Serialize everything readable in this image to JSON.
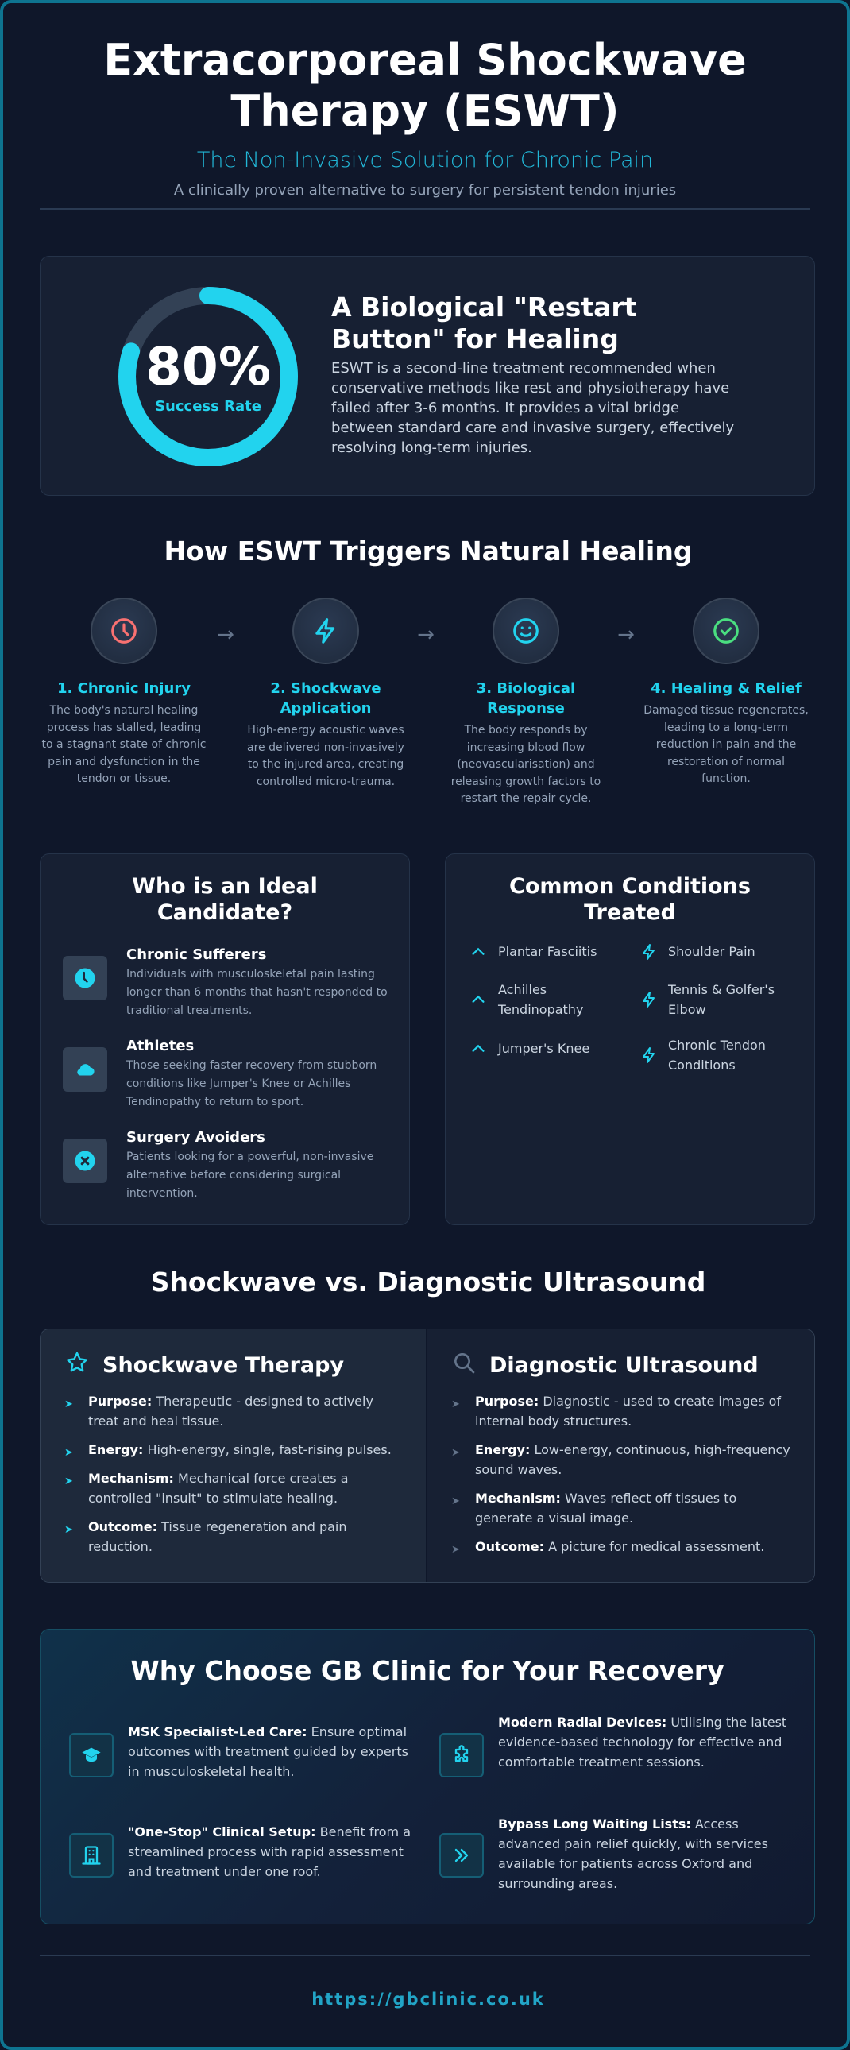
{
  "header": {
    "title_line1": "Extracorporeal Shockwave",
    "title_line2": "Therapy (ESWT)",
    "subtitle": "The Non-Invasive Solution for Chronic Pain",
    "tagline": "A clinically proven alternative to surgery for persistent tendon injuries"
  },
  "hero": {
    "ring_value": "80%",
    "ring_label": "Success Rate",
    "ring_percent": 80,
    "title": "A Biological \"Restart Button\" for Healing",
    "body": "ESWT is a second-line treatment recommended when conservative methods like rest and physiotherapy have failed after 3-6 months. It provides a vital bridge between standard care and invasive surgery, effectively resolving long-term injuries."
  },
  "process": {
    "title": "How ESWT Triggers Natural Healing",
    "steps": [
      {
        "icon": "clock-icon",
        "color": "#f87171",
        "title": "1. Chronic Injury",
        "desc": "The body's natural healing process has stalled, leading to a stagnant state of chronic pain and dysfunction in the tendon or tissue."
      },
      {
        "icon": "lightning-icon",
        "color": "#22d3ee",
        "title": "2. Shockwave Application",
        "desc": "High-energy acoustic waves are delivered non-invasively to the injured area, creating controlled micro-trauma."
      },
      {
        "icon": "smile-icon",
        "color": "#22d3ee",
        "title": "3. Biological Response",
        "desc": "The body responds by increasing blood flow (neovascularisation) and releasing growth factors to restart the repair cycle."
      },
      {
        "icon": "check-circle-icon",
        "color": "#4ade80",
        "title": "4. Healing & Relief",
        "desc": "Damaged tissue regenerates, leading to a long-term reduction in pain and the restoration of normal function."
      }
    ],
    "arrow": "→"
  },
  "candidates": {
    "title": "Who is an Ideal Candidate?",
    "items": [
      {
        "icon": "clock-icon",
        "name": "Chronic Sufferers",
        "desc": "Individuals with musculoskeletal pain lasting longer than 6 months that hasn't responded to traditional treatments."
      },
      {
        "icon": "cloud-icon",
        "name": "Athletes",
        "desc": "Those seeking faster recovery from stubborn conditions like Jumper's Knee or Achilles Tendinopathy to return to sport."
      },
      {
        "icon": "x-circle-icon",
        "name": "Surgery Avoiders",
        "desc": "Patients looking for a powerful, non-invasive alternative before considering surgical intervention."
      }
    ]
  },
  "conditions": {
    "title": "Common Conditions Treated",
    "left": [
      "Plantar Fasciitis",
      "Achilles Tendinopathy",
      "Jumper's Knee"
    ],
    "right": [
      "Shoulder Pain",
      "Tennis & Golfer's Elbow",
      "Chronic Tendon Conditions"
    ]
  },
  "comparison": {
    "title": "Shockwave vs. Diagnostic Ultrasound",
    "shockwave": {
      "heading": "Shockwave Therapy",
      "items": [
        {
          "label": "Purpose:",
          "text": "Therapeutic - designed to actively treat and heal tissue."
        },
        {
          "label": "Energy:",
          "text": "High-energy, single, fast-rising pulses."
        },
        {
          "label": "Mechanism:",
          "text": "Mechanical force creates a controlled \"insult\" to stimulate healing."
        },
        {
          "label": "Outcome:",
          "text": "Tissue regeneration and pain reduction."
        }
      ]
    },
    "ultrasound": {
      "heading": "Diagnostic Ultrasound",
      "items": [
        {
          "label": "Purpose:",
          "text": "Diagnostic - used to create images of internal body structures."
        },
        {
          "label": "Energy:",
          "text": "Low-energy, continuous, high-frequency sound waves."
        },
        {
          "label": "Mechanism:",
          "text": "Waves reflect off tissues to generate a visual image."
        },
        {
          "label": "Outcome:",
          "text": "A picture for medical assessment."
        }
      ]
    }
  },
  "why": {
    "title": "Why Choose GB Clinic for Your Recovery",
    "items": [
      {
        "icon": "graduation-cap-icon",
        "label": "MSK Specialist-Led Care:",
        "text": "Ensure optimal outcomes with treatment guided by experts in musculoskeletal health."
      },
      {
        "icon": "puzzle-icon",
        "label": "Modern Radial Devices:",
        "text": "Utilising the latest evidence-based technology for effective and comfortable treatment sessions."
      },
      {
        "icon": "building-icon",
        "label": "\"One-Stop\" Clinical Setup:",
        "text": "Benefit from a streamlined process with rapid assessment and treatment under one roof."
      },
      {
        "icon": "double-chevron-right-icon",
        "label": "Bypass Long Waiting Lists:",
        "text": "Access advanced pain relief quickly, with services available for patients across Oxford and surrounding areas."
      }
    ]
  },
  "footer": {
    "url": "https://gbclinic.co.uk"
  },
  "colors": {
    "accent": "#22d3ee",
    "background": "#0f172a",
    "card": "#172033",
    "frame_border": "#0e7490",
    "danger": "#f87171",
    "success": "#4ade80"
  }
}
